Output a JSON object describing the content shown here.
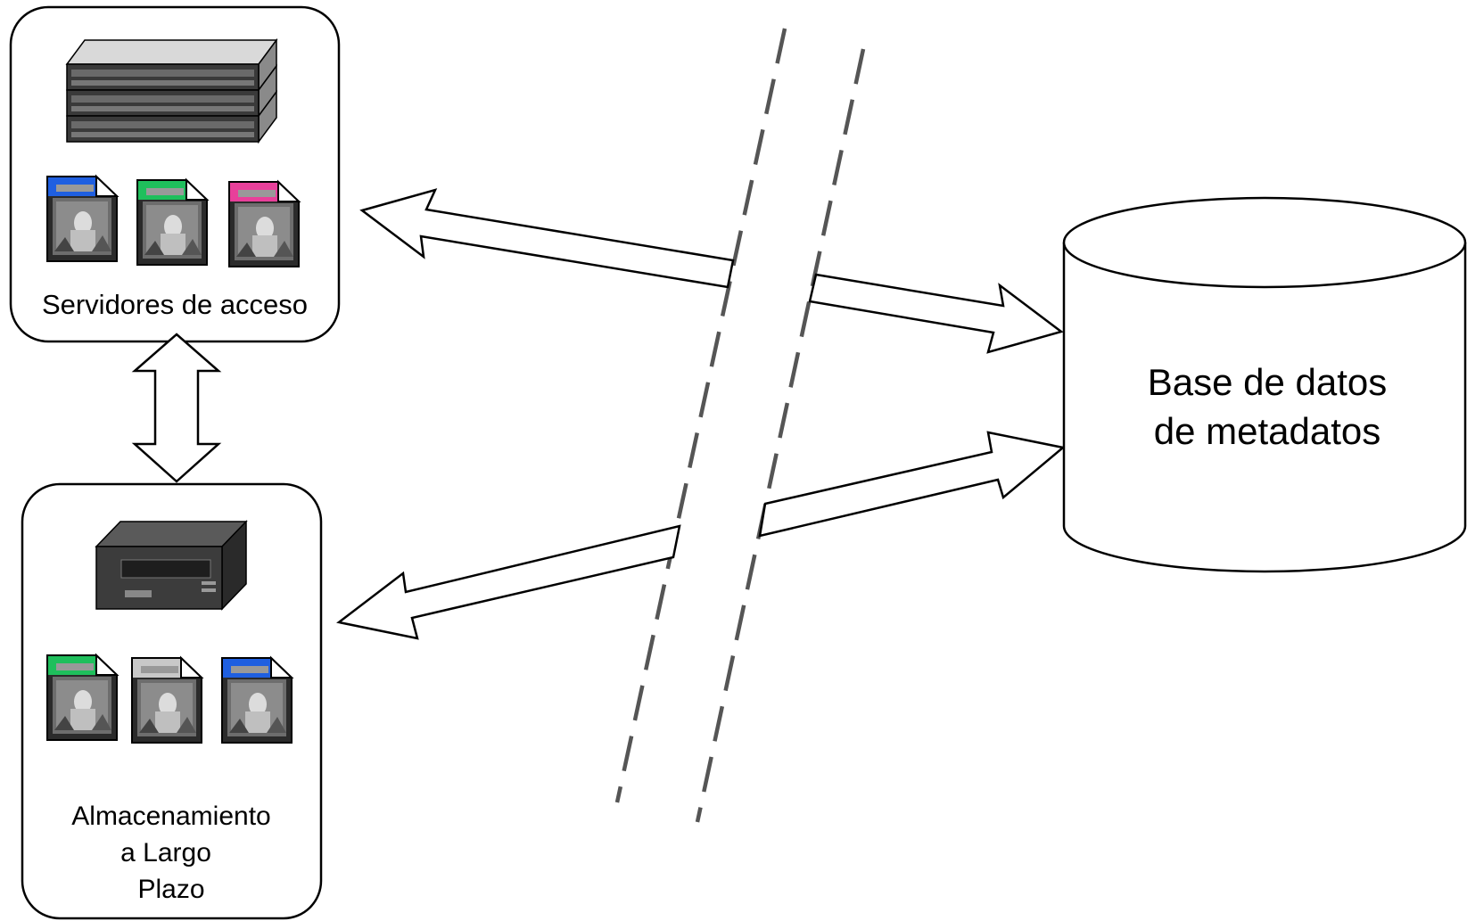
{
  "access_servers": {
    "label": "Servidores de acceso",
    "file_colors": [
      "#1f5fe0",
      "#1fbf5c",
      "#e8409a"
    ]
  },
  "long_term_storage": {
    "label_lines": [
      "Almacenamiento",
      "a Largo",
      "Plazo"
    ],
    "file_colors": [
      "#1fbf5c",
      "#c8c8c8",
      "#1f5fe0"
    ]
  },
  "metadata_db": {
    "label_lines": [
      "Base de datos",
      "de metadatos"
    ]
  },
  "colors": {
    "stroke": "#000000",
    "separator": "#555555",
    "device_dark": "#3a3a3a",
    "device_light": "#bdbdbd"
  }
}
